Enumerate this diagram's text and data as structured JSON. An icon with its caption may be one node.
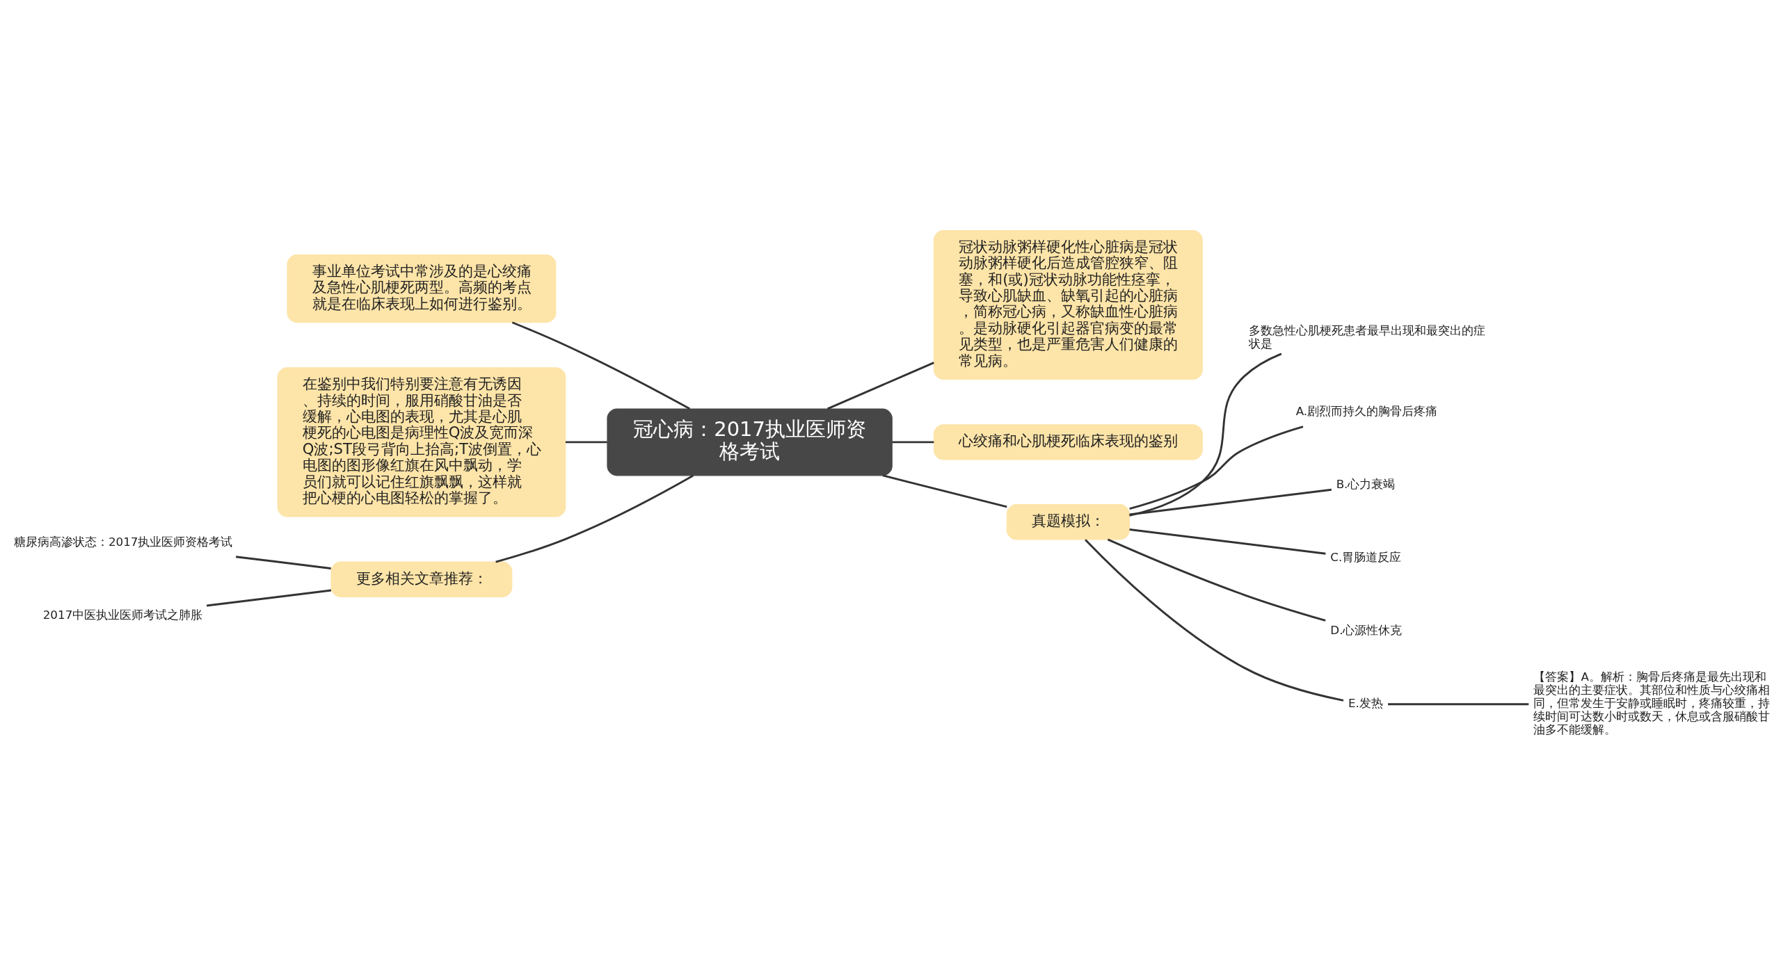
{
  "diagram": {
    "nodes": [
      {
        "text": [
          "冠心病：2017执业医师资格考试"
        ]
      },
      {
        "text": [
          "冠状动脉粥样硬化性心脏病是冠状动脉粥样硬化后造成管腔狭窄、阻塞，和(或)冠状动脉功能性痉挛，导致心肌缺血、缺氧引起的心脏病，简称冠心病，又称缺血性心脏病。是动脉硬化引起器官病变的最常见类型，也是严重危害人们健康的常见病。"
        ]
      },
      {
        "text": [
          "心绞痛和心肌梗死临床表现的鉴别"
        ]
      },
      {
        "text": [
          "真题模拟："
        ]
      },
      {
        "text": [
          "多数急性心肌梗死患者最早出现和最突出的症状是"
        ]
      },
      {
        "text": [
          "A.剧烈而持久的胸骨后疼痛"
        ]
      },
      {
        "text": [
          "B.心力衰竭"
        ]
      },
      {
        "text": [
          "C.胃肠道反应"
        ]
      },
      {
        "text": [
          "D.心源性休克"
        ]
      },
      {
        "text": [
          "E.发热"
        ]
      },
      {
        "text": [
          "【答案】A。解析：胸骨后疼痛是最先出现和最突出的主要症状。其部位和性质与心绞痛相同，但常发生于安静或睡眠时，疼痛较重，持续时间可达数小时或数天，休息或含服硝酸甘油多不能缓解。"
        ]
      },
      {
        "text": [
          "事业单位考试中常涉及的是心绞痛及急性心肌梗死两型。高频的考点就是在临床表现上如何进行鉴别。"
        ]
      },
      {
        "text": [
          "在鉴别中我们特别要注意有无诱因、持续的时间，服用硝酸甘油是否缓解，心电图的表现，尤其是心肌梗死的心电图是病理性Q波及宽而深Q波;ST段弓背向上抬高;T波倒置，心电图的图形像红旗在风中飘动，学员们就可以记住红旗飘飘，这样就把心梗的心电图轻松的掌握了。"
        ]
      },
      {
        "text": [
          "更多相关文章推荐："
        ]
      },
      {
        "text": [
          "糖尿病高渗状态：2017执业医师资格考试"
        ]
      },
      {
        "text": [
          "2017中医执业医师考试之肺胀"
        ]
      }
    ],
    "edges": [
      {
        "from": 0,
        "to": 1,
        "arrow": "none"
      },
      {
        "from": 0,
        "to": 2,
        "arrow": "none"
      },
      {
        "from": 0,
        "to": 3,
        "arrow": "none"
      },
      {
        "from": 3,
        "to": 4,
        "arrow": "none"
      },
      {
        "from": 3,
        "to": 5,
        "arrow": "none"
      },
      {
        "from": 3,
        "to": 6,
        "arrow": "none"
      },
      {
        "from": 3,
        "to": 7,
        "arrow": "none"
      },
      {
        "from": 3,
        "to": 8,
        "arrow": "none"
      },
      {
        "from": 3,
        "to": 9,
        "arrow": "none"
      },
      {
        "from": 9,
        "to": 10,
        "arrow": "none"
      },
      {
        "from": 11,
        "to": 0,
        "arrow": "none"
      },
      {
        "from": 12,
        "to": 0,
        "arrow": "none"
      },
      {
        "from": 13,
        "to": 0,
        "arrow": "none"
      },
      {
        "from": 14,
        "to": 13,
        "arrow": "none"
      },
      {
        "from": 15,
        "to": 13,
        "arrow": "none"
      }
    ]
  }
}
